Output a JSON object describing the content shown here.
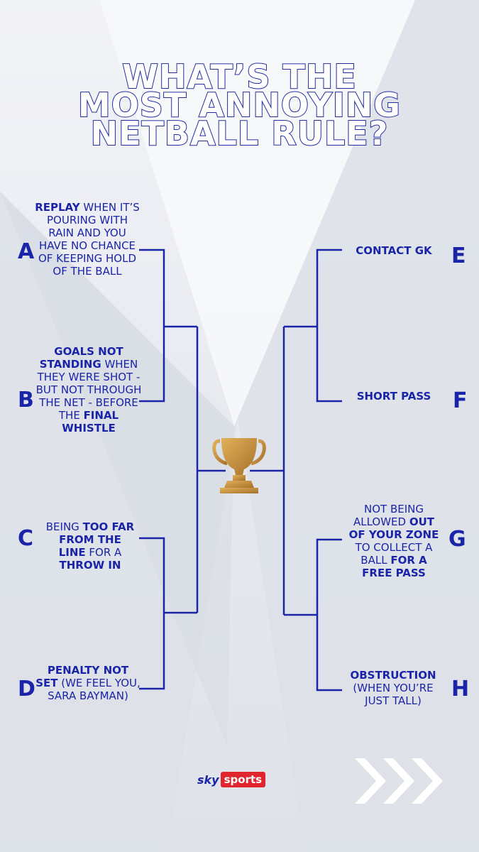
{
  "title": {
    "line1": "WHAT’S THE",
    "line2": "MOST ANNOYING",
    "line3": "NETBALL RULE?"
  },
  "options": {
    "a": {
      "letter": "A",
      "bold": "REPLAY",
      "text": " WHEN IT’S POURING WITH RAIN AND YOU HAVE NO CHANCE OF KEEPING HOLD OF THE BALL"
    },
    "b": {
      "letter": "B",
      "bold1": "GOALS NOT STANDING",
      "text": " WHEN THEY WERE SHOT - BUT NOT THROUGH THE NET - BEFORE THE ",
      "bold2": "FINAL WHISTLE"
    },
    "c": {
      "letter": "C",
      "text1": "BEING ",
      "bold1": "TOO FAR FROM THE LINE",
      "text2": " FOR A ",
      "bold2": "THROW IN"
    },
    "d": {
      "letter": "D",
      "bold": "PENALTY NOT SET",
      "text": " (WE FEEL YOU, SARA BAYMAN)"
    },
    "e": {
      "letter": "E",
      "bold": "CONTACT GK"
    },
    "f": {
      "letter": "F",
      "bold": "SHORT PASS"
    },
    "g": {
      "letter": "G",
      "text1": "NOT BEING ALLOWED ",
      "bold1": "OUT OF YOUR ZONE",
      "text2": " TO COLLECT A BALL ",
      "bold2": "FOR A FREE PASS"
    },
    "h": {
      "letter": "H",
      "bold": "OBSTRUCTION",
      "text": " (WHEN YOU’RE JUST TALL)"
    }
  },
  "brand": {
    "sky": "sky",
    "sports": "sports"
  },
  "icons": {
    "trophy": "trophy-icon",
    "next": "triple-chevron-right-icon"
  },
  "colors": {
    "primary": "#1a24a8",
    "gold": "#c08a3a",
    "brand_red": "#e0252f",
    "background": "#eceef3"
  }
}
